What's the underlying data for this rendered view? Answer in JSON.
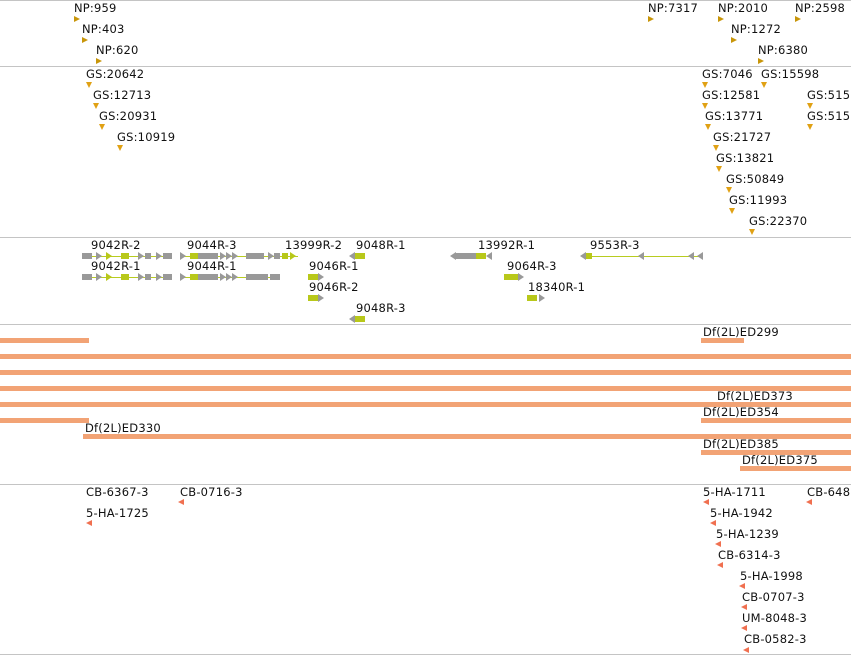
{
  "tracks": {
    "np": {
      "items": [
        {
          "label": "NP:959"
        },
        {
          "label": "NP:403"
        },
        {
          "label": "NP:620"
        },
        {
          "label": "NP:7317"
        },
        {
          "label": "NP:2010"
        },
        {
          "label": "NP:1272"
        },
        {
          "label": "NP:6380"
        },
        {
          "label": "NP:2598"
        }
      ],
      "marker_color": "#c8960a"
    },
    "gs": {
      "items": [
        {
          "label": "GS:20642"
        },
        {
          "label": "GS:12713"
        },
        {
          "label": "GS:20931"
        },
        {
          "label": "GS:10919"
        },
        {
          "label": "GS:7046"
        },
        {
          "label": "GS:15598"
        },
        {
          "label": "GS:12581"
        },
        {
          "label": "GS:515"
        },
        {
          "label": "GS:13771"
        },
        {
          "label": "GS:515"
        },
        {
          "label": "GS:21727"
        },
        {
          "label": "GS:13821"
        },
        {
          "label": "GS:50849"
        },
        {
          "label": "GS:11993"
        },
        {
          "label": "GS:22370"
        }
      ],
      "marker_color": "#e0a114"
    },
    "genes": {
      "items": [
        {
          "label": "9042R-2"
        },
        {
          "label": "9042R-1"
        },
        {
          "label": "9044R-3"
        },
        {
          "label": "9044R-1"
        },
        {
          "label": "13999R-2"
        },
        {
          "label": "9048R-1"
        },
        {
          "label": "9046R-1"
        },
        {
          "label": "9046R-2"
        },
        {
          "label": "9048R-3"
        },
        {
          "label": "13992R-1"
        },
        {
          "label": "9064R-3"
        },
        {
          "label": "18340R-1"
        },
        {
          "label": "9553R-3"
        }
      ],
      "exon_color": "#b8c81a",
      "intron_color": "#999999"
    },
    "deficiencies": {
      "items": [
        {
          "label": "Df(2L)ED299"
        },
        {
          "label": "Df(2L)ED373"
        },
        {
          "label": "Df(2L)ED354"
        },
        {
          "label": "Df(2L)ED330"
        },
        {
          "label": "Df(2L)ED385"
        },
        {
          "label": "Df(2L)ED375"
        }
      ],
      "bar_color": "#f2a375"
    },
    "constructs": {
      "items": [
        {
          "label": "CB-6367-3"
        },
        {
          "label": "CB-0716-3"
        },
        {
          "label": "5-HA-1725"
        },
        {
          "label": "5-HA-1711"
        },
        {
          "label": "CB-648"
        },
        {
          "label": "5-HA-1942"
        },
        {
          "label": "5-HA-1239"
        },
        {
          "label": "CB-6314-3"
        },
        {
          "label": "5-HA-1998"
        },
        {
          "label": "CB-0707-3"
        },
        {
          "label": "UM-8048-3"
        },
        {
          "label": "CB-0582-3"
        }
      ],
      "marker_color": "#f07050"
    }
  }
}
